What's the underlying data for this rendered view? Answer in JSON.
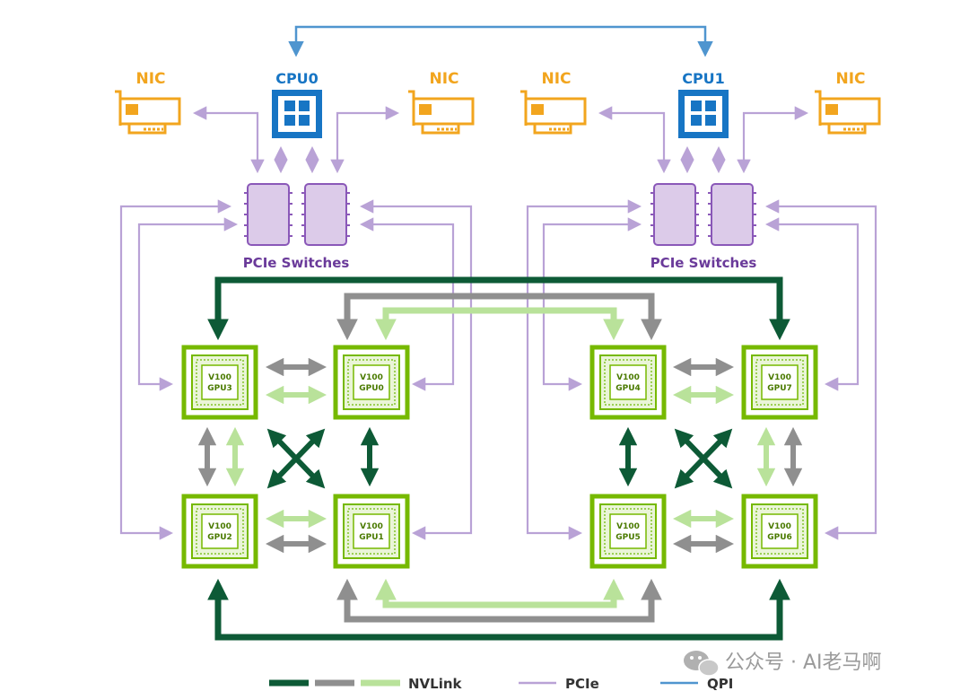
{
  "colors": {
    "nvlink_dark": "#0d5a36",
    "nvlink_gray": "#8f8f8f",
    "nvlink_light": "#b9e29a",
    "pcie": "#b9a2d6",
    "qpi": "#4f95cf",
    "gpu_green": "#76b900",
    "cpu_blue": "#1775c4",
    "nic_orange": "#f2a51e",
    "switch_fill": "#dccbe9",
    "switch_stroke": "#8a58b8"
  },
  "cpus": [
    {
      "label": "CPU0"
    },
    {
      "label": "CPU1"
    }
  ],
  "nics": [
    {
      "label": "NIC"
    },
    {
      "label": "NIC"
    },
    {
      "label": "NIC"
    },
    {
      "label": "NIC"
    }
  ],
  "switch_groups": [
    {
      "label": "PCIe Switches"
    },
    {
      "label": "PCIe Switches"
    }
  ],
  "gpus": [
    {
      "model": "V100",
      "name": "GPU3"
    },
    {
      "model": "V100",
      "name": "GPU0"
    },
    {
      "model": "V100",
      "name": "GPU2"
    },
    {
      "model": "V100",
      "name": "GPU1"
    },
    {
      "model": "V100",
      "name": "GPU4"
    },
    {
      "model": "V100",
      "name": "GPU7"
    },
    {
      "model": "V100",
      "name": "GPU5"
    },
    {
      "model": "V100",
      "name": "GPU6"
    }
  ],
  "legend": {
    "nvlink": "NVLink",
    "pcie": "PCIe",
    "qpi": "QPI"
  },
  "watermark": {
    "text": "公众号 · AI老马啊"
  }
}
